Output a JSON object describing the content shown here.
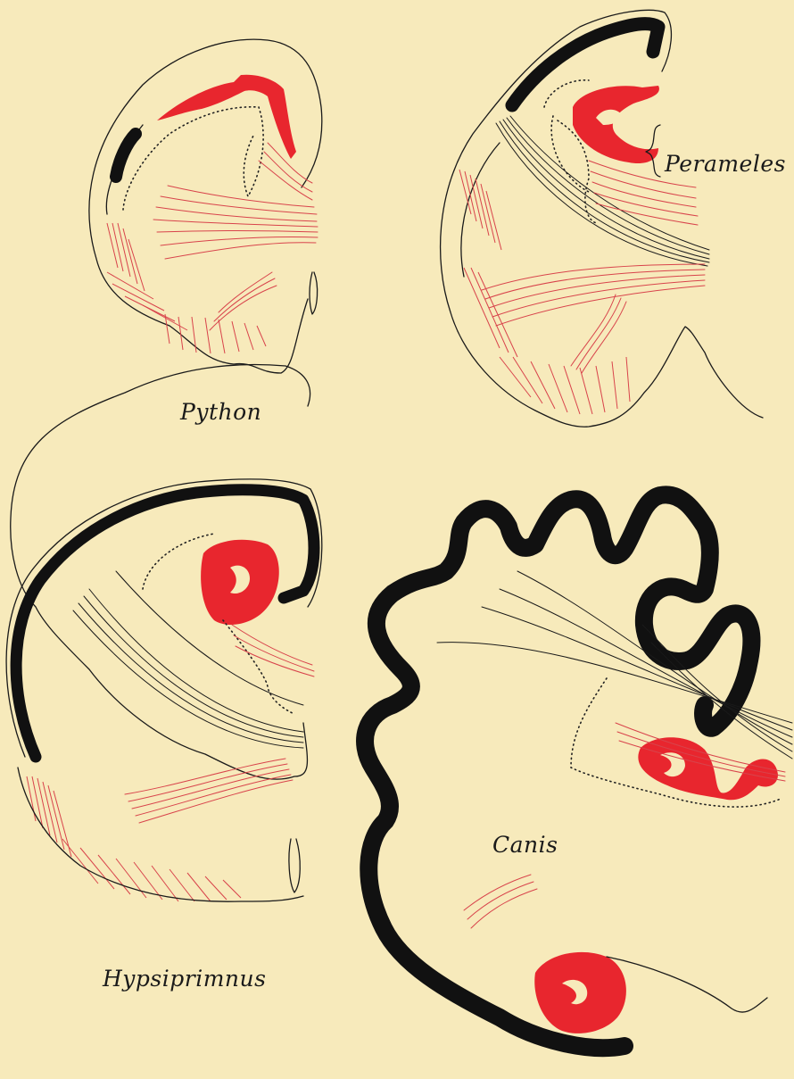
{
  "labels": {
    "python": "Python",
    "perameles": "Perameles",
    "hypsiprimnus": "Hypsiprimnus",
    "canis": "Canis"
  },
  "colors": {
    "background": "#f7eabb",
    "red": "#e8262e",
    "ink": "#1a1a1a"
  }
}
